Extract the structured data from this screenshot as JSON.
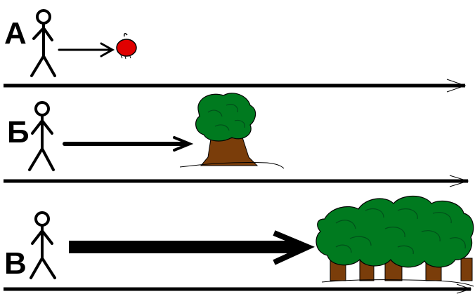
{
  "rows": [
    {
      "label": "А",
      "target": "apple"
    },
    {
      "label": "Б",
      "target": "single tree"
    },
    {
      "label": "В",
      "target": "forest"
    }
  ],
  "colors": {
    "ink": "#000000",
    "apple": "#e00000",
    "foliage": "#007a1f",
    "foliage_dark": "#005a14",
    "trunk": "#7a3d0a",
    "background": "#ffffff"
  },
  "icons": [
    "stick-figure-icon",
    "arrow-icon",
    "apple-icon",
    "tree-icon",
    "forest-icon"
  ]
}
